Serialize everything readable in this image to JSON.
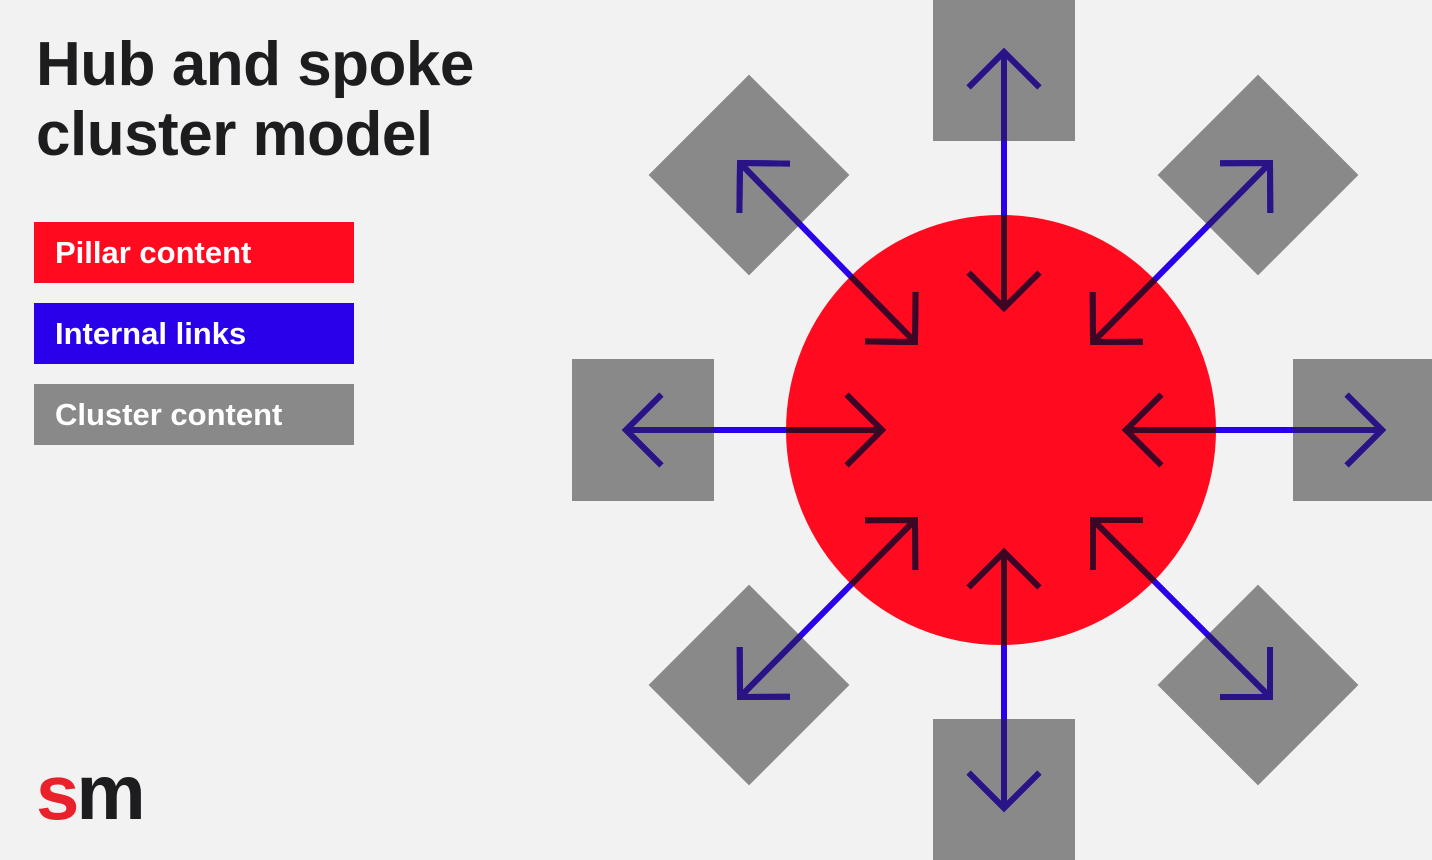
{
  "title": {
    "line1": "Hub and spoke",
    "line2": "cluster model"
  },
  "legend": [
    {
      "label": "Pillar content",
      "color": "#ff0a1f"
    },
    {
      "label": "Internal links",
      "color": "#2a00ea"
    },
    {
      "label": "Cluster content",
      "color": "#898989"
    }
  ],
  "logo": {
    "text": "sm",
    "s": "s",
    "m": "m",
    "s_color": "#e8212b",
    "m_color": "#1d1d1f"
  },
  "diagram": {
    "hub_color": "#ff0a1f",
    "link_color": "#2a00ea",
    "cluster_color": "#898989",
    "link_over_hub_color": "#3c0624",
    "link_over_cluster_color": "#2a1385",
    "cluster_count": 8
  }
}
